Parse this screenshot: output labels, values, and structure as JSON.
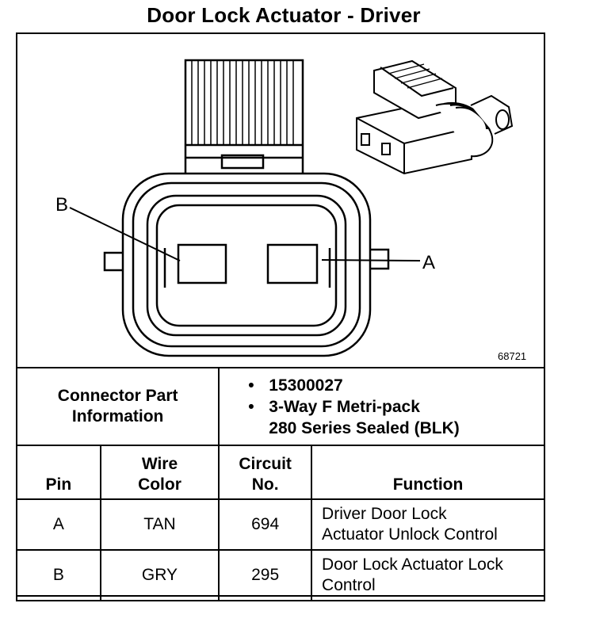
{
  "title": "Door Lock Actuator - Driver",
  "figure_number": "68721",
  "callouts": {
    "a": "A",
    "b": "B"
  },
  "connector_info": {
    "label_line1": "Connector Part",
    "label_line2": "Information",
    "bullet": "•",
    "part_number": "15300027",
    "description_line1": "3-Way F Metri-pack",
    "description_line2": "280 Series Sealed (BLK)"
  },
  "table": {
    "headers": {
      "pin": "Pin",
      "wire_color_line1": "Wire",
      "wire_color_line2": "Color",
      "circuit_line1": "Circuit",
      "circuit_line2": "No.",
      "function": "Function"
    },
    "rows": [
      {
        "pin": "A",
        "wire_color": "TAN",
        "circuit": "694",
        "function_line1": "Driver Door Lock",
        "function_line2": "Actuator Unlock Control"
      },
      {
        "pin": "B",
        "wire_color": "GRY",
        "circuit": "295",
        "function_line1": "Door Lock Actuator Lock",
        "function_line2": "Control"
      }
    ]
  },
  "colors": {
    "line": "#000000",
    "background": "#ffffff"
  }
}
